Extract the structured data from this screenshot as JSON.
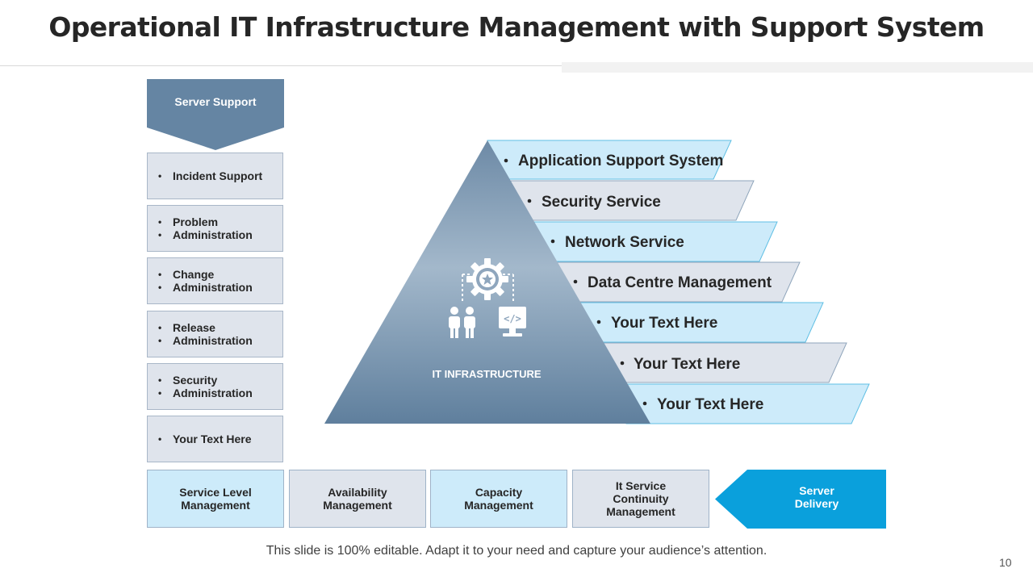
{
  "title": "Operational IT Infrastructure Management with Support System",
  "server_support": "Server Support",
  "support_items": [
    [
      "Incident Support"
    ],
    [
      "Problem",
      "Administration"
    ],
    [
      "Change",
      "Administration"
    ],
    [
      "Release",
      "Administration"
    ],
    [
      "Security",
      "Administration"
    ],
    [
      "Your Text Here"
    ]
  ],
  "pyramid_label": "IT INFRASTRUCTURE",
  "bands": [
    "Application Support System",
    "Security Service",
    "Network Service",
    "Data Centre Management",
    "Your Text Here",
    "Your Text Here",
    "Your Text Here"
  ],
  "bottom_boxes": [
    [
      "Service Level",
      "Management"
    ],
    [
      "Availability",
      "Management"
    ],
    [
      "Capacity",
      "Management"
    ],
    [
      "It Service",
      "Continuity",
      "Management"
    ]
  ],
  "server_delivery": [
    "Server",
    "Delivery"
  ],
  "footer": "This slide is 100% editable. Adapt it to your need and capture your audience’s attention.",
  "page_number": "10",
  "colors": {
    "band_blue": "#cdebfa",
    "band_grey": "#dfe4ec",
    "header_steel": "#6585a3",
    "delivery_blue": "#0aa0dc"
  }
}
